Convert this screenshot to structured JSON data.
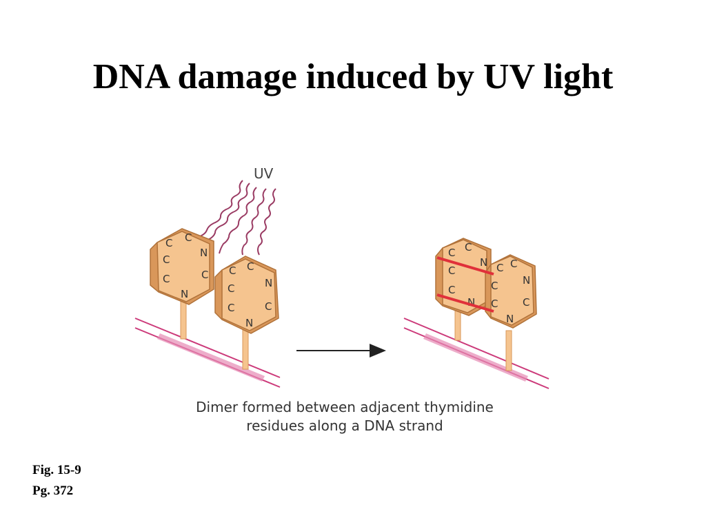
{
  "slide": {
    "title": "DNA damage induced by UV light",
    "uv_label": "UV",
    "caption_line1": "Dimer formed between adjacent thymidine",
    "caption_line2": "residues along a DNA strand",
    "fig_ref": "Fig. 15-9",
    "page_ref": "Pg. 372"
  },
  "colors": {
    "ring_fill": "#f5c48f",
    "ring_side": "#d9975a",
    "ring_stroke": "#b0723a",
    "strand": "#cc3a7a",
    "uv_wave": "#9a3b63",
    "dimer_bond": "#e0303a",
    "atom_text": "#333333"
  },
  "left_ring_a_atoms": [
    "C",
    "C",
    "N",
    "C",
    "N",
    "C",
    "C"
  ],
  "left_ring_b_atoms": [
    "C",
    "C",
    "N",
    "C",
    "N",
    "C",
    "C"
  ],
  "dimer_ring_a_atoms": [
    "C",
    "C",
    "N",
    "C",
    "N",
    "C"
  ],
  "dimer_ring_b_atoms": [
    "C",
    "C",
    "N",
    "C",
    "N",
    "C",
    "C"
  ]
}
